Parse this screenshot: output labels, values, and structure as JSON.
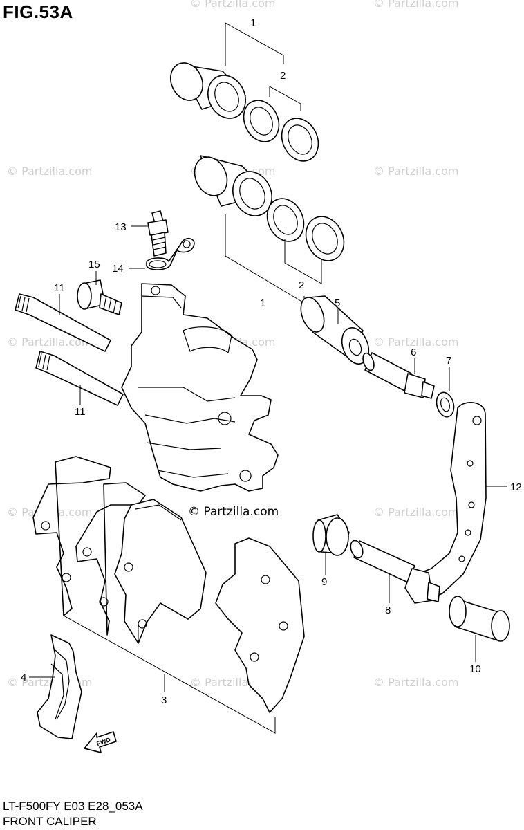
{
  "figure": {
    "title": "FIG.53A",
    "code": "LT-F500FY E03 E28_053A",
    "name": "FRONT CALIPER"
  },
  "watermark": {
    "text": "© Partzilla.com",
    "main_text": "© Partzilla.com",
    "color": "#cfcfcf"
  },
  "callouts": [
    "1",
    "2",
    "2",
    "1",
    "13",
    "14",
    "15",
    "11",
    "11",
    "5",
    "6",
    "7",
    "12",
    "9",
    "8",
    "10",
    "3",
    "4"
  ],
  "arrow_label": "FWD"
}
